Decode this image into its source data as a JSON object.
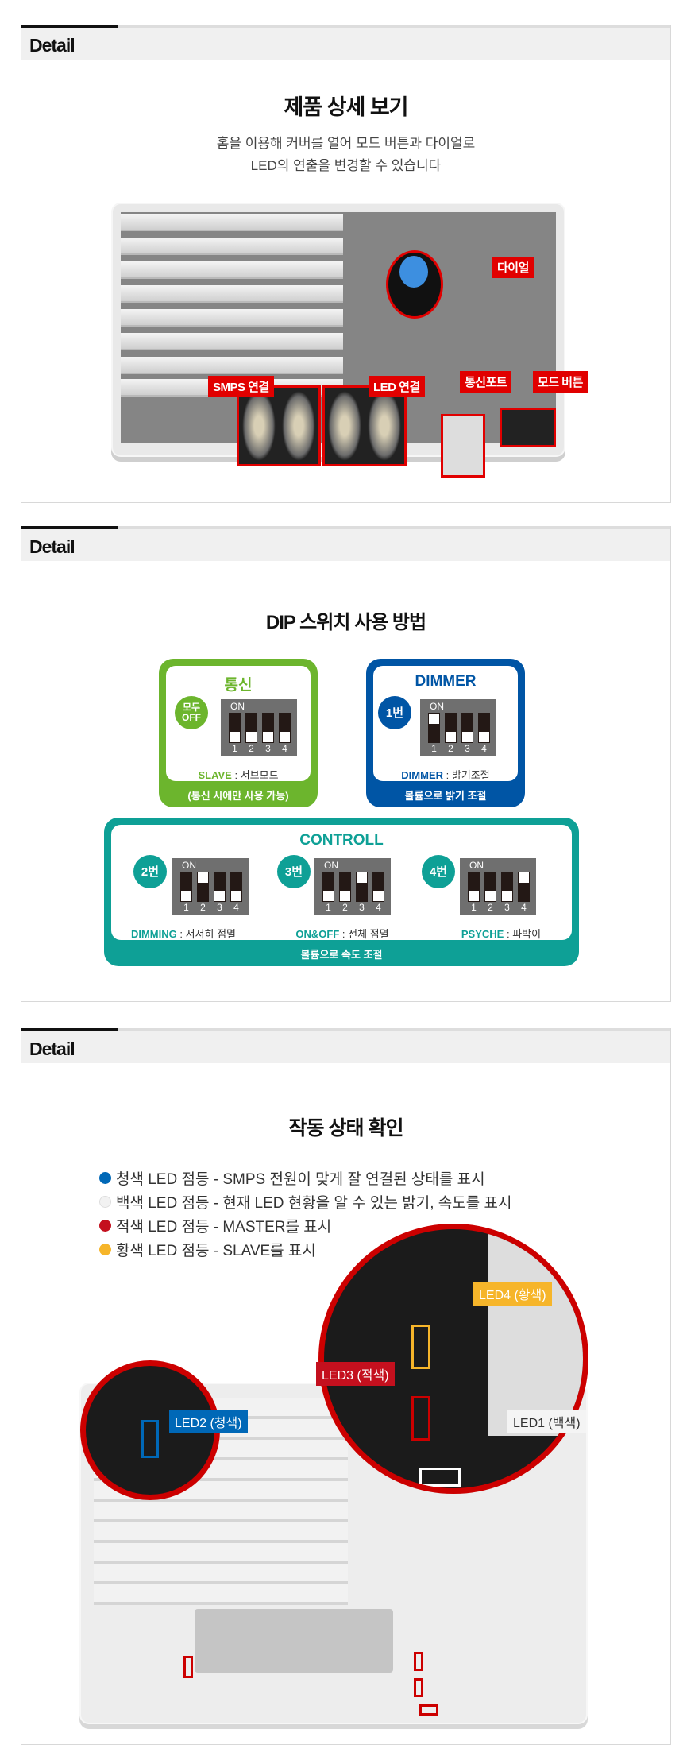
{
  "sections": [
    {
      "header": "Detail",
      "title": "제품 상세 보기",
      "subtitle": [
        "홈을 이용해 커버를 열어 모드 버튼과 다이얼로",
        "LED의 연출을 변경할 수 있습니다"
      ],
      "callouts": {
        "dial": "다이얼",
        "smps": "SMPS 연결",
        "led": "LED 연결",
        "comm_port": "통신포트",
        "mode_button": "모드 버튼"
      }
    },
    {
      "header": "Detail",
      "title": "DIP 스위치 사용 방법",
      "comm": {
        "title": "통신",
        "badge": "모두 OFF",
        "dip_on": "ON",
        "switches": [
          false,
          false,
          false,
          false
        ],
        "mode": "SLAVE",
        "desc": "서브모드",
        "note": "(통신 시에만 사용 가능)",
        "color": "#6cb52d"
      },
      "dimmer": {
        "title": "DIMMER",
        "badge": "1번",
        "dip_on": "ON",
        "switches": [
          true,
          false,
          false,
          false
        ],
        "mode": "DIMMER",
        "desc": "밝기조절",
        "note": "볼륨으로 밝기 조절",
        "color": "#0055a5"
      },
      "control": {
        "title": "CONTROLL",
        "color": "#0ea096",
        "note": "볼륨으로 속도 조절",
        "items": [
          {
            "badge": "2번",
            "dip_on": "ON",
            "switches": [
              false,
              true,
              false,
              false
            ],
            "mode": "DIMMING",
            "desc": "서서히 점멸"
          },
          {
            "badge": "3번",
            "dip_on": "ON",
            "switches": [
              false,
              false,
              true,
              false
            ],
            "mode": "ON&OFF",
            "desc": "전체 점멸"
          },
          {
            "badge": "4번",
            "dip_on": "ON",
            "switches": [
              false,
              false,
              false,
              true
            ],
            "mode": "PSYCHE",
            "desc": "파박이"
          }
        ]
      },
      "sep": " : ",
      "numbers": [
        "1",
        "2",
        "3",
        "4"
      ]
    },
    {
      "header": "Detail",
      "title": "작동 상태 확인",
      "legend": [
        {
          "color": "#0068b7",
          "text": "청색 LED 점등 - SMPS 전원이 맞게 잘 연결된 상태를 표시"
        },
        {
          "color": "#f2f2f2",
          "text": "백색 LED 점등 - 현재 LED 현황을 알 수 있는 밝기, 속도를 표시"
        },
        {
          "color": "#c4101e",
          "text": "적색 LED 점등 - MASTER를 표시"
        },
        {
          "color": "#f6b52a",
          "text": "황색 LED 점등 - SLAVE를 표시"
        }
      ],
      "labels": {
        "led1": "LED1 (백색)",
        "led2": "LED2 (청색)",
        "led3": "LED3 (적색)",
        "led4": "LED4 (황색)"
      }
    }
  ]
}
